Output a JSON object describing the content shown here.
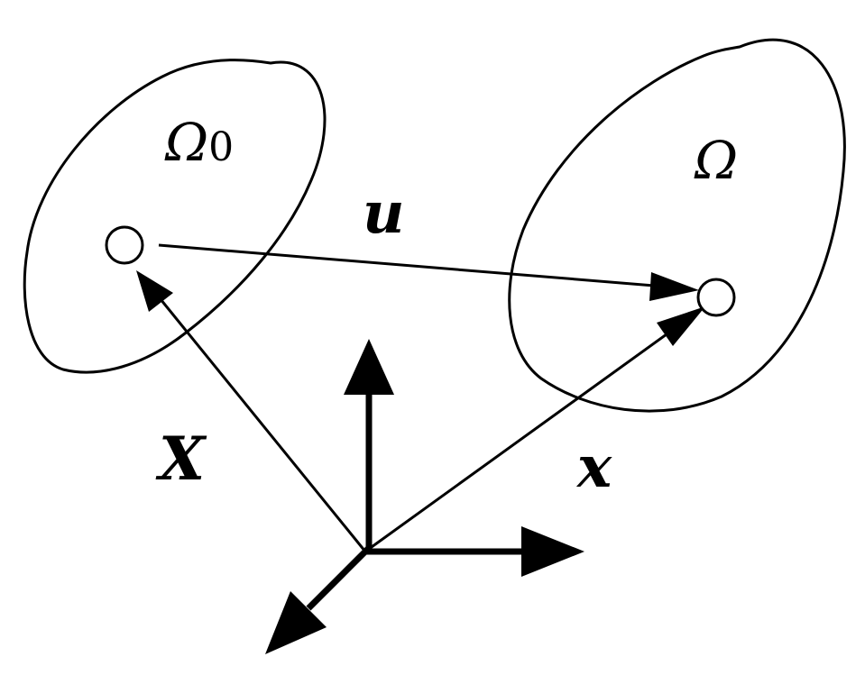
{
  "labels": {
    "omega0_symbol": "Ω",
    "omega0_subscript": "0",
    "omega": "Ω",
    "u": "u",
    "X": "X",
    "x": "x"
  },
  "colors": {
    "stroke": "#000000",
    "background": "#ffffff"
  }
}
